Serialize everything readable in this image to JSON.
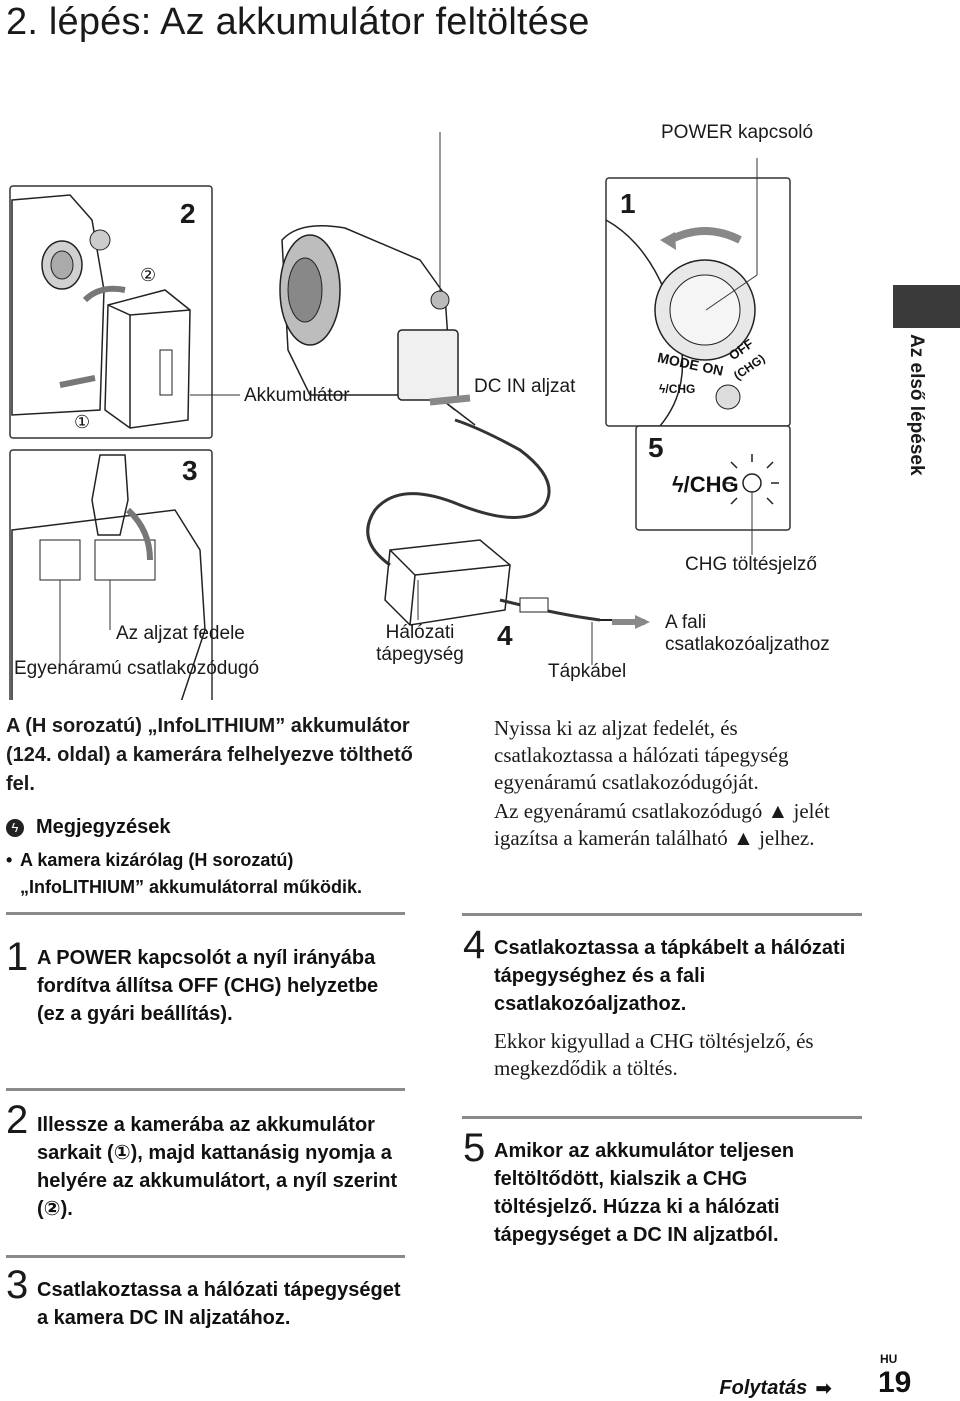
{
  "title": "2. lépés: Az akkumulátor feltöltése",
  "side_tab_label": "Az első lépések",
  "figure": {
    "power_switch_label": "POWER kapcsoló",
    "battery_label": "Akkumulátor",
    "dc_in_label": "DC IN aljzat",
    "charge_lamp_label": "CHG töltésjelző",
    "jack_cover_label": "Az aljzat fedele",
    "dc_plug_label": "Egyenáramú csatlakozódugó",
    "ac_adaptor_label": "Hálózati tápegység",
    "power_cord_label": "Tápkábel",
    "wall_outlet_label": "A fali csatlakozóaljzathoz",
    "mode_dial_text": "MODE ON",
    "off_text": "OFF",
    "chg_paren_text": "(CHG)",
    "chg_small_text": "/CHG",
    "chg_big_text": "/CHG",
    "panel_numbers": [
      "2",
      "1",
      "3",
      "5",
      "4"
    ],
    "circled": [
      "②",
      "①"
    ]
  },
  "intro": "A (H sorozatú) „InfoLITHIUM” akkumulátor (124. oldal) a kamerára felhelyezve tölthető fel.",
  "notes": {
    "heading": "Megjegyzések",
    "bullet": "A kamera kizárólag (H sorozatú) „InfoLITHIUM” akkumulátorral működik."
  },
  "right_intro": {
    "p1": "Nyissa ki az aljzat fedelét, és csatlakoztassa a hálózati tápegység egyenáramú csatlakozódugóját.",
    "p2": "Az egyenáramú csatlakozódugó ▲ jelét igazítsa a kamerán található ▲ jelhez."
  },
  "steps": [
    {
      "num": "1",
      "text": "A POWER kapcsolót a nyíl irányába fordítva állítsa OFF (CHG) helyzetbe (ez a gyári beállítás)."
    },
    {
      "num": "2",
      "text": "Illessze a kamerába az akkumulátor sarkait (①), majd kattanásig nyomja a helyére az akkumulátort, a nyíl szerint (②)."
    },
    {
      "num": "3",
      "text": "Csatlakoztassa a hálózati tápegységet a kamera DC IN aljzatához."
    },
    {
      "num": "4",
      "text": "Csatlakoztassa a tápkábelt a hálózati tápegységhez és a fali csatlakozóaljzathoz.",
      "note": "Ekkor kigyullad a CHG töltésjelző, és megkezdődik a töltés."
    },
    {
      "num": "5",
      "text": "Amikor az akkumulátor teljesen feltöltődött, kialszik a CHG töltésjelző. Húzza ki a hálózati tápegységet a DC IN aljzatból."
    }
  ],
  "footer": {
    "continue_label": "Folytatás",
    "lang": "HU",
    "page": "19"
  }
}
